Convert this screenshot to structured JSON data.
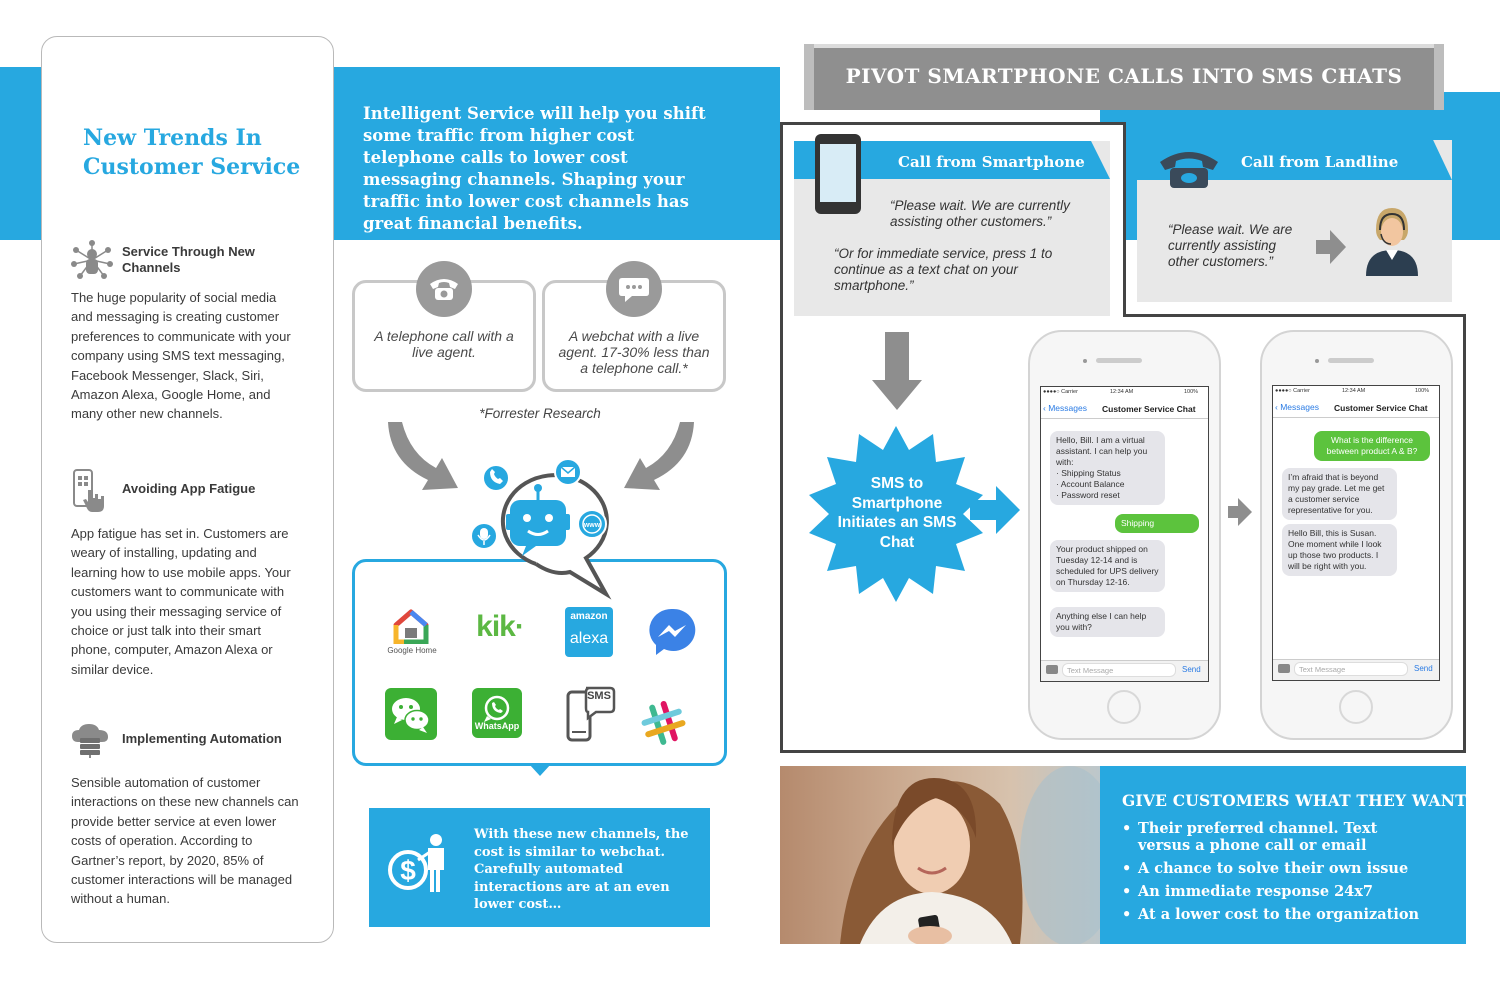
{
  "colors": {
    "accent": "#27a8e0",
    "grey": "#8f8f8f"
  },
  "sidebar": {
    "title": "New Trends In Customer Service",
    "sections": [
      {
        "icon": "network-person-icon",
        "heading": "Service Through New Channels",
        "body": "The huge popularity of social media and messaging is creating customer preferences to communicate with your company using SMS text messaging, Facebook Messenger, Slack, Siri, Amazon Alexa, Google Home, and many other new channels."
      },
      {
        "icon": "phone-tap-icon",
        "heading": "Avoiding App Fatigue",
        "body": "App fatigue has set in.  Customers are weary of installing, updating and learning how to use mobile apps.  Your customers want to communicate with you using their messaging service of choice or just talk into their smart phone, computer, Amazon Alexa or similar device."
      },
      {
        "icon": "cloud-server-icon",
        "heading": "Implementing Automation",
        "body": "Sensible automation of customer interactions on these new channels can provide better service at even lower costs of operation. According to Gartner’s report, by 2020, 85% of customer interactions will be managed without a human."
      }
    ]
  },
  "intro": "Intelligent Service will help you shift some traffic from higher cost telephone calls to lower cost messaging channels. Shaping your traffic into lower cost channels has great financial benefits.",
  "cards": {
    "phone": "A telephone call with a live agent.",
    "webchat": "A webchat with a live agent. 17-30% less than a telephone call.*",
    "source": "*Forrester Research"
  },
  "apps": {
    "google_home": "Google Home",
    "kik": "kik·",
    "amazon": "amazon",
    "alexa": "alexa",
    "whatsapp": "WhatsApp",
    "sms": "SMS"
  },
  "cost_box": "With these new channels, the cost is similar to webchat. Carefully automated interactions are at an even lower cost…",
  "banner": "PIVOT SMARTPHONE CALLS INTO SMS CHATS",
  "smartphone_panel": {
    "tab": "Call from Smartphone",
    "quote1": "“Please wait. We are currently assisting other customers.”",
    "quote2": "“Or for immediate service, press 1 to continue as a text chat on your smartphone.”"
  },
  "landline_panel": {
    "tab": "Call from Landline",
    "quote": "“Please wait. We are currently assisting other customers.”"
  },
  "starburst": "SMS to Smartphone Initiates an SMS Chat",
  "phone1": {
    "carrier": "●●●●○ Carrier",
    "time": "12:34 AM",
    "battery": "100%",
    "back": "Messages",
    "title": "Customer Service Chat",
    "messages": [
      "Hello, Bill. I am a virtual assistant. I can help you with:\n· Shipping Status\n· Account Balance\n· Password reset",
      "Shipping",
      "Your product shipped on Tuesday 12-14 and is scheduled for UPS delivery on Thursday 12-16.",
      "Anything else I can help you with?"
    ],
    "input": "Text Message",
    "send": "Send"
  },
  "phone2": {
    "carrier": "●●●●○ Carrier",
    "time": "12:34 AM",
    "battery": "100%",
    "back": "Messages",
    "title": "Customer Service Chat",
    "messages": [
      "What is the difference between product A & B?",
      "I’m afraid that is beyond my pay grade. Let me get a customer service representative for you.",
      "Hello Bill, this is Susan. One moment while I look up those two products. I will be right with you."
    ],
    "input": "Text Message",
    "send": "Send"
  },
  "give": {
    "title": "GIVE CUSTOMERS WHAT THEY WANT:",
    "items": [
      "Their preferred channel.  Text versus a phone call or email",
      "A chance to solve their own issue",
      "An immediate response 24x7",
      "At a lower cost to the organization"
    ]
  }
}
